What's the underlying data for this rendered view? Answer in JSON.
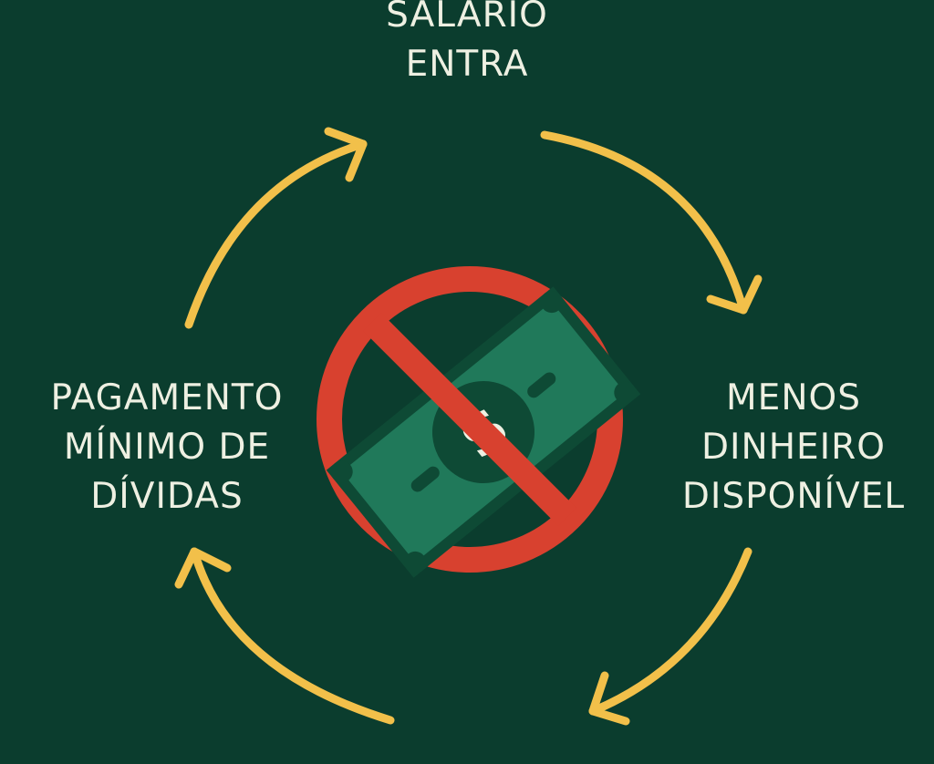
{
  "diagram": {
    "nodes": [
      {
        "id": "top",
        "lines": [
          "SALÁRIO",
          "ENTRA"
        ]
      },
      {
        "id": "right",
        "lines": [
          "MENOS",
          "DINHEIRO",
          "DISPONÍVEL"
        ]
      },
      {
        "id": "left",
        "lines": [
          "PAGAMENTO",
          "MÍNIMO DE",
          "DÍVIDAS"
        ]
      }
    ],
    "center_icon": "no-money-icon",
    "arrow_icon": "curved-arrow-icon"
  },
  "colors": {
    "background": "#0b3d2e",
    "arrow": "#f2c04a",
    "text": "#eef0e2",
    "prohibition": "#d8412f",
    "banknote": "#20795a",
    "banknote_dark": "#0e4a35"
  }
}
